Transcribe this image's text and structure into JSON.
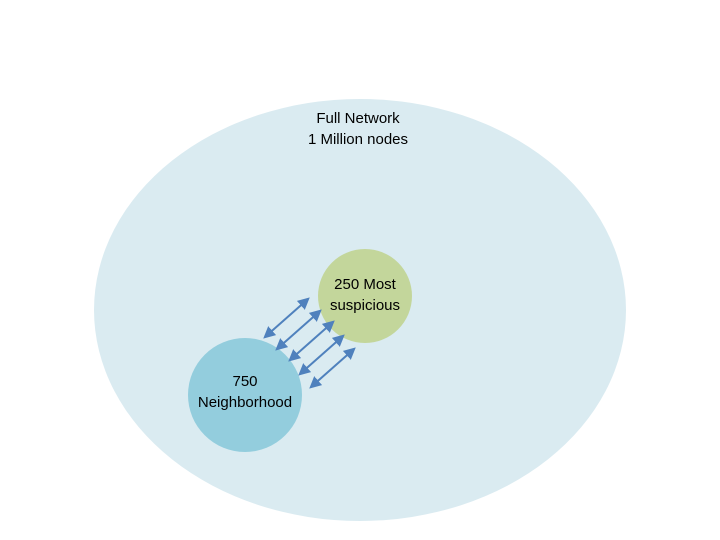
{
  "diagram": {
    "full_network": {
      "line1": "Full Network",
      "line2": "1 Million nodes",
      "fill": "#daebf1"
    },
    "suspicious": {
      "line1": "250 Most",
      "line2": "suspicious",
      "fill": "#c3d69b"
    },
    "neighborhood": {
      "line1": "750",
      "line2": "Neighborhood",
      "fill": "#93cddd"
    },
    "arrows": {
      "count": 5,
      "color": "#4f81bd",
      "style": "double-headed"
    }
  }
}
